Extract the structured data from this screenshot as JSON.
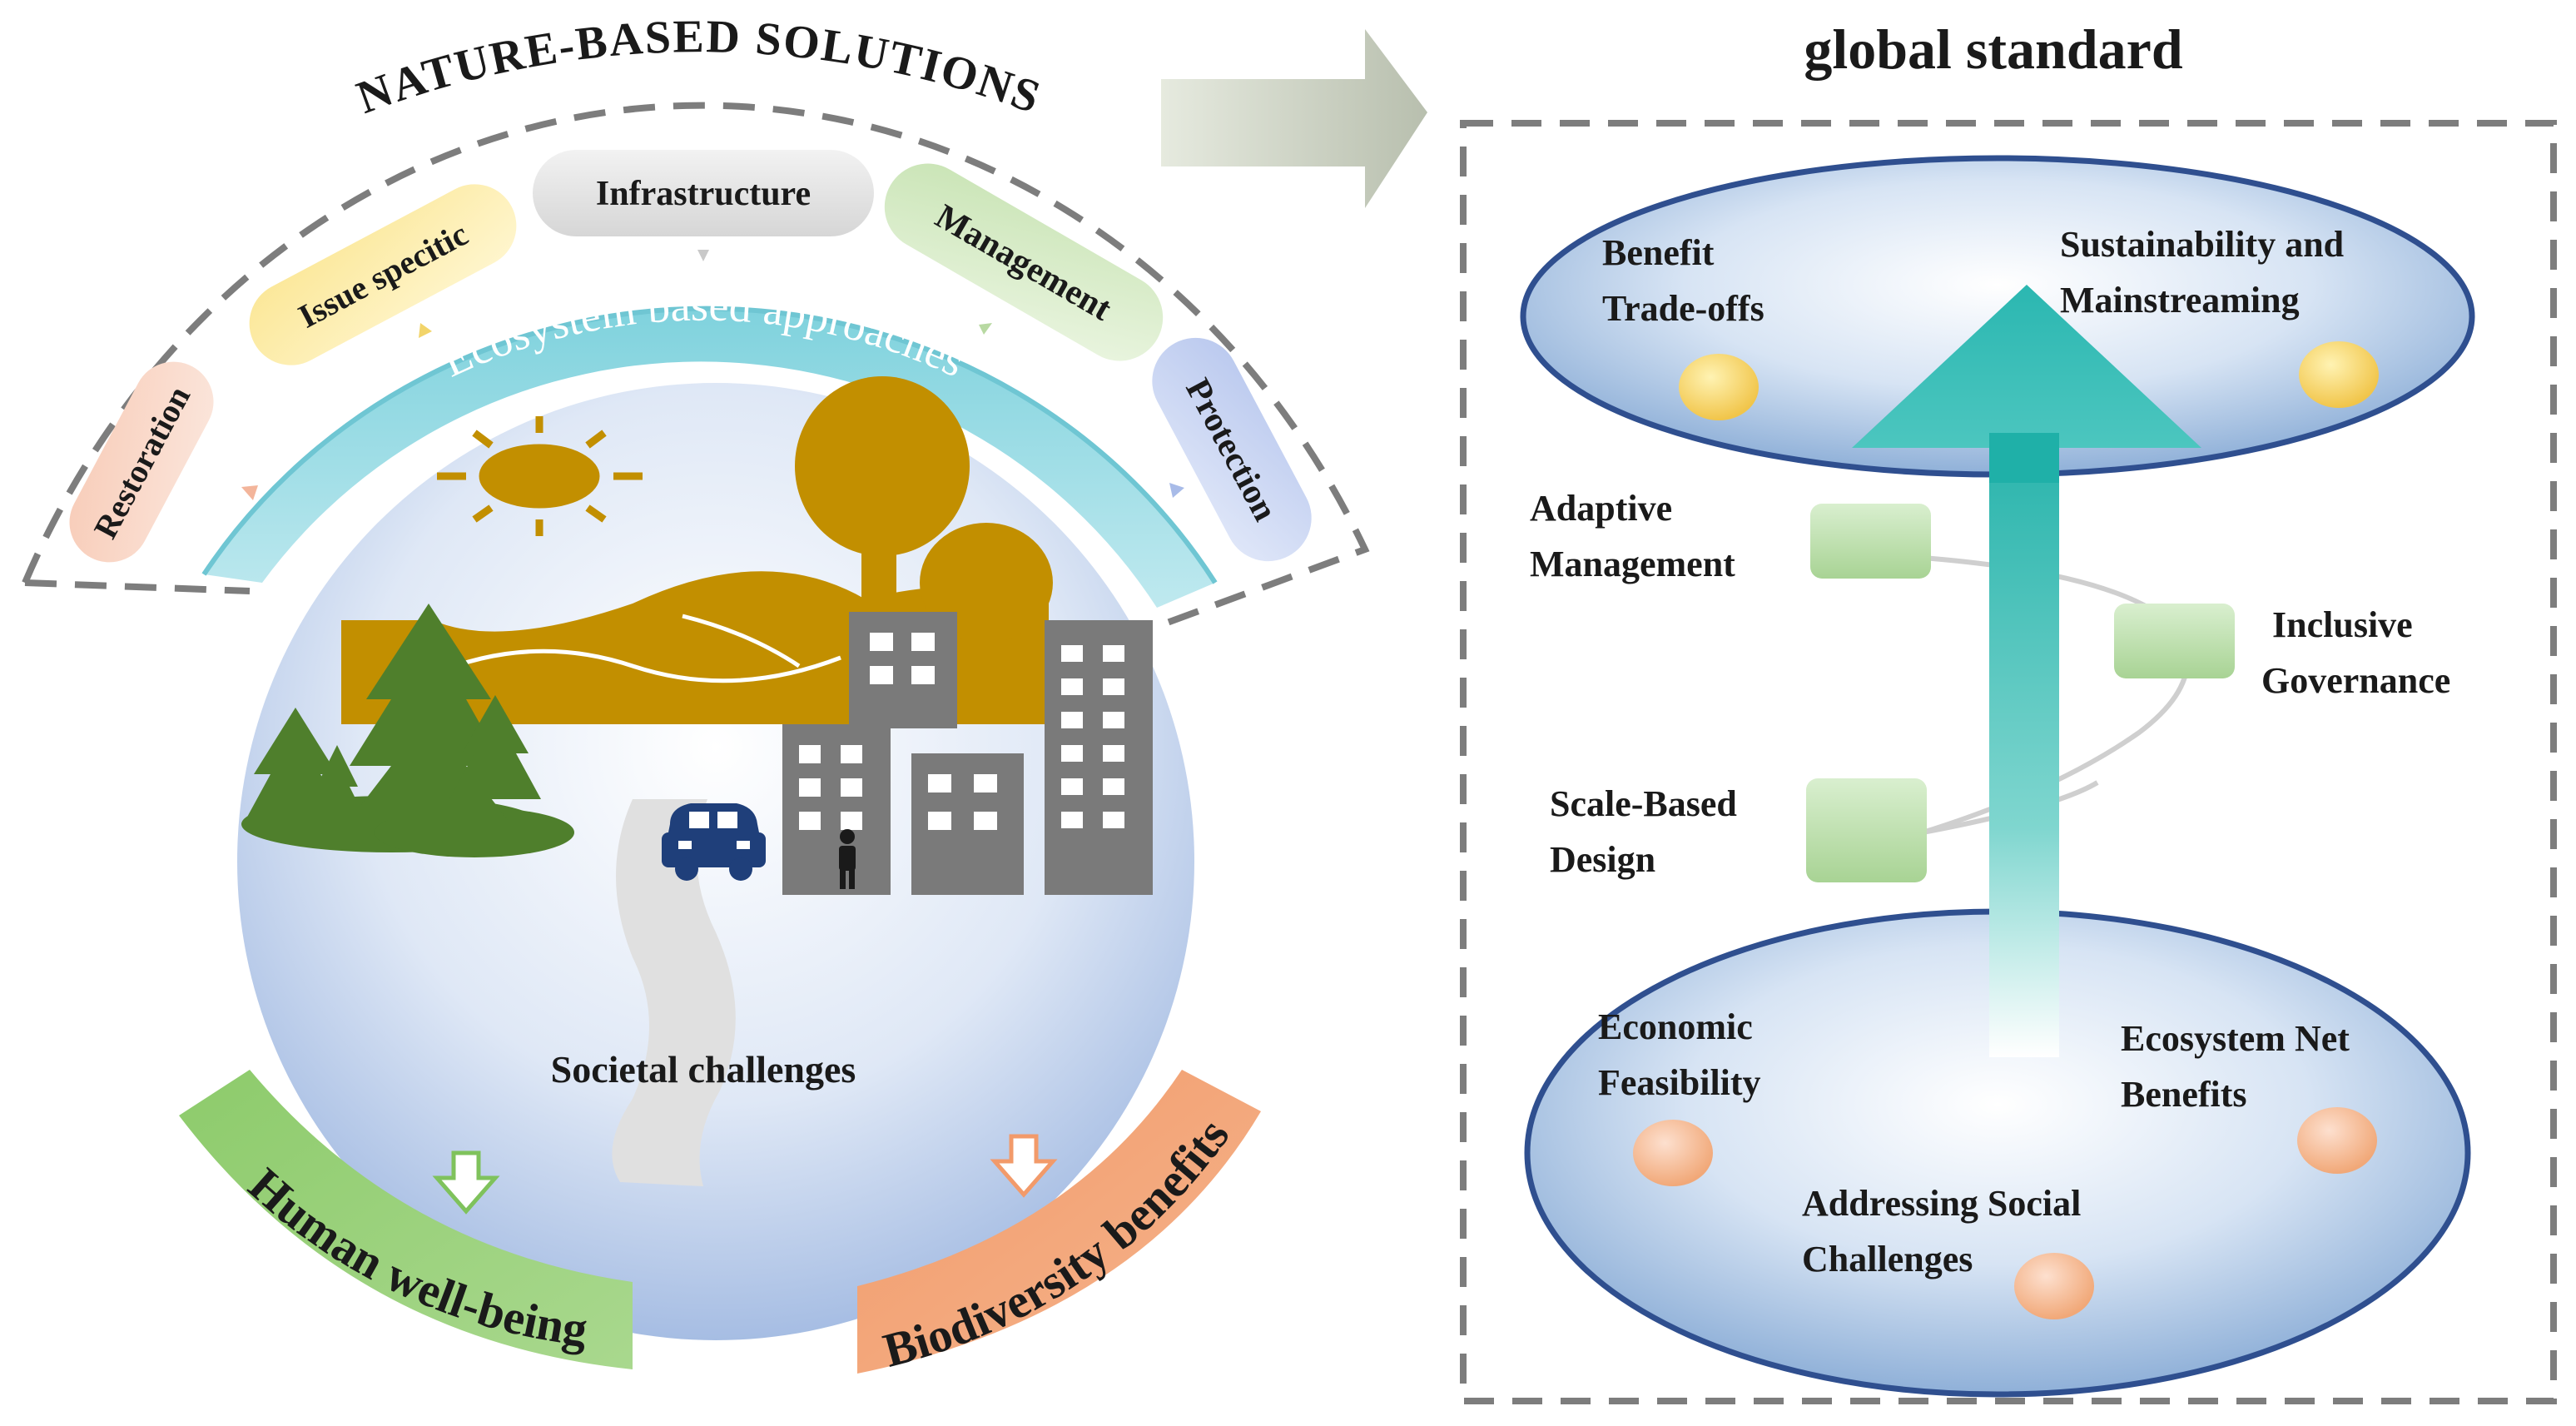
{
  "left": {
    "title": "NATURE-BASED SOLUTIONS",
    "pills": {
      "restoration": "Restoration",
      "issue_specific": "Issue specitic",
      "infrastructure": "Infrastructure",
      "management": "Management",
      "protection": "Protection"
    },
    "band_label": "Ecosystem based approaches",
    "scene_label": "Societal challenges",
    "outcomes": {
      "human": "Human well-being",
      "biodiversity": "Biodiversity benefits"
    }
  },
  "right": {
    "title": "global standard",
    "top_disc": {
      "left_label": [
        "Benefit",
        "Trade-offs"
      ],
      "right_label": [
        "Sustainability and",
        "Mainstreaming"
      ]
    },
    "middle": {
      "adaptive": [
        "Adaptive",
        "Management"
      ],
      "inclusive": [
        "Inclusive",
        "Governance"
      ],
      "scale": [
        "Scale-Based",
        "Design"
      ]
    },
    "bottom_disc": {
      "economic": [
        "Economic",
        "Feasibility"
      ],
      "ecosystem": [
        "Ecosystem Net",
        "Benefits"
      ],
      "social": [
        "Addressing Social",
        "Challenges"
      ]
    }
  },
  "colors": {
    "ochre": "#c28f00",
    "tree_green": "#4f7f2c",
    "building_gray": "#7a7a7a",
    "teal": "#2bb7b1",
    "sky_blue": "#a9c3e6",
    "band_cyan": "#8fd3de"
  }
}
